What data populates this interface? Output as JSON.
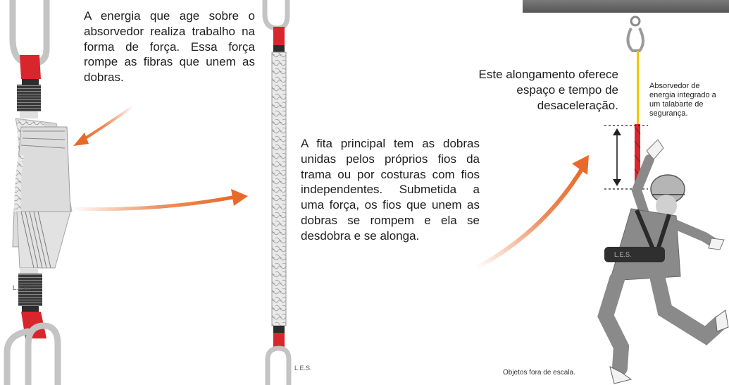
{
  "texts": {
    "energy": "A energia que age sobre o absorvedor realiza trabalho na forma de força. Essa força rompe as fibras que unem as dobras.",
    "main_strap": "A fita principal tem as dobras unidas pelos próprios fios da trama ou por costuras com fios independentes. Submetida a uma força, os fios que unem as dobras se rompem e ela se desdobra e se alonga.",
    "elongation": "Este alongamento oferece espaço e tempo de desaceleração.",
    "absorber": "Absorvedor de energia integrado a um talabarte de segurança.",
    "scale_note": "Objetos fora de escala."
  },
  "vest_labels": {
    "folded": "L.E.S.",
    "unfolded": "L.E.S.",
    "harness": "L.E.S."
  },
  "colors": {
    "arrow_orange": "#e86a2a",
    "red_connector": "#d9262c",
    "strap_gray": "#d8d8d8",
    "carabiner_gray": "#c4c4c4",
    "figure_gray": "#8a8a8a",
    "lanyard_yellow": "#f2c500"
  },
  "icons": {
    "arrow_1": "curved-arrow-icon",
    "arrow_2": "curved-arrow-icon",
    "arrow_3": "curved-arrow-icon"
  }
}
